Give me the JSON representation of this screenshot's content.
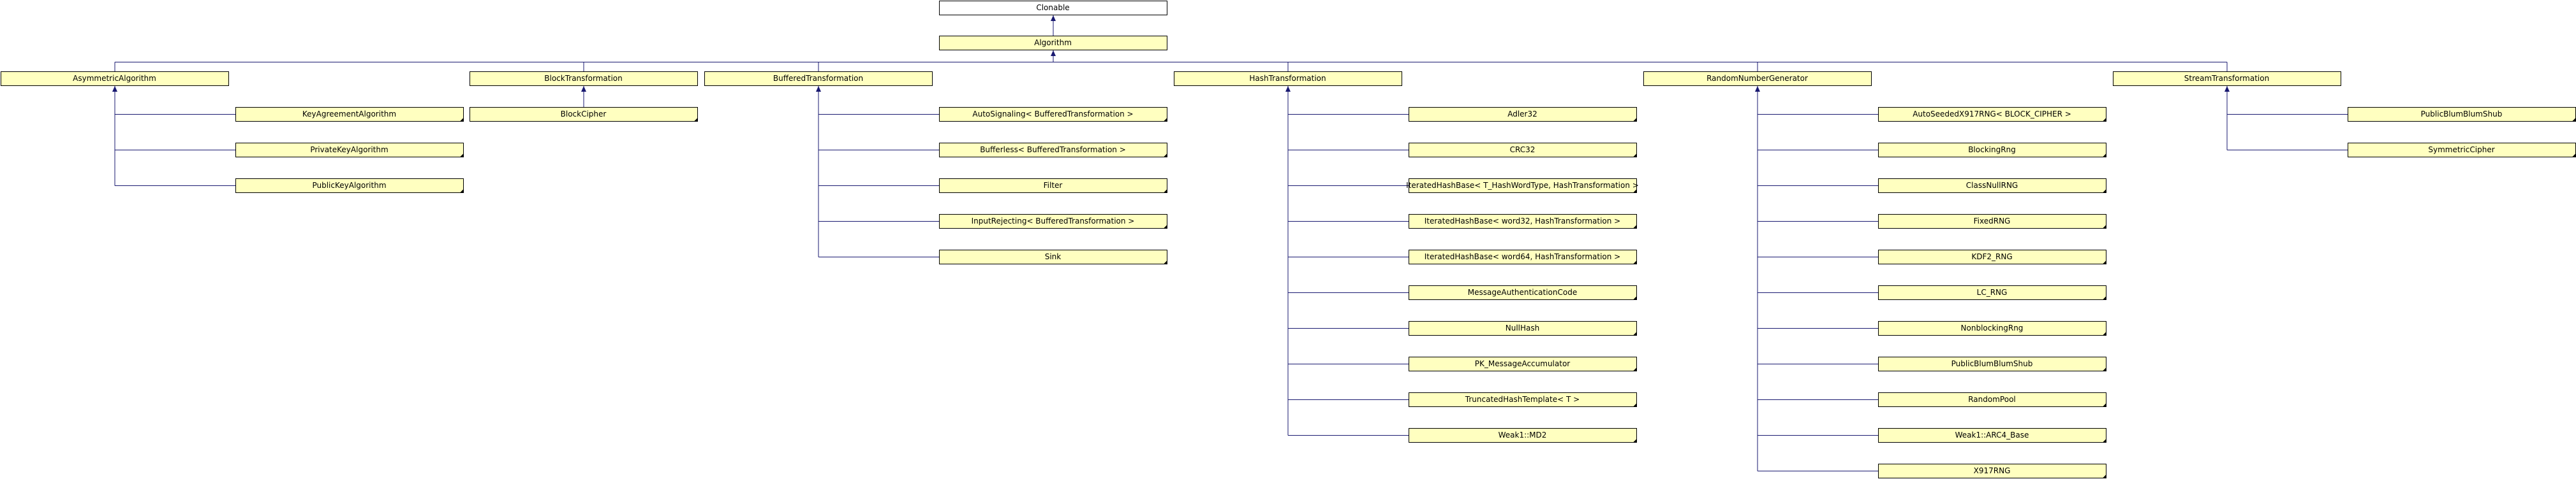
{
  "diagram": {
    "colors": {
      "node_fill": "#ffffc0",
      "root_fill": "#ffffff",
      "border": "#000000",
      "edge": "#191970"
    },
    "root": {
      "label": "Clonable"
    },
    "base": {
      "label": "Algorithm"
    },
    "groups": [
      {
        "label": "AsymmetricAlgorithm",
        "children": [
          "KeyAgreementAlgorithm",
          "PrivateKeyAlgorithm",
          "PublicKeyAlgorithm"
        ]
      },
      {
        "label": "BlockTransformation",
        "children": [
          "BlockCipher"
        ]
      },
      {
        "label": "BufferedTransformation",
        "children": [
          "AutoSignaling< BufferedTransformation >",
          "Bufferless< BufferedTransformation >",
          "Filter",
          "InputRejecting< BufferedTransformation >",
          "Sink"
        ]
      },
      {
        "label": "HashTransformation",
        "children": [
          "Adler32",
          "CRC32",
          "IteratedHashBase< T_HashWordType, HashTransformation >",
          "IteratedHashBase< word32, HashTransformation >",
          "IteratedHashBase< word64, HashTransformation >",
          "MessageAuthenticationCode",
          "NullHash",
          "PK_MessageAccumulator",
          "TruncatedHashTemplate< T >",
          "Weak1::MD2"
        ]
      },
      {
        "label": "RandomNumberGenerator",
        "children": [
          "AutoSeededX917RNG< BLOCK_CIPHER >",
          "BlockingRng",
          "ClassNullRNG",
          "FixedRNG",
          "KDF2_RNG",
          "LC_RNG",
          "NonblockingRng",
          "PublicBlumBlumShub",
          "RandomPool",
          "Weak1::ARC4_Base",
          "X917RNG"
        ]
      },
      {
        "label": "StreamTransformation",
        "children": [
          "PublicBlumBlumShub",
          "SymmetricCipher"
        ]
      }
    ]
  }
}
